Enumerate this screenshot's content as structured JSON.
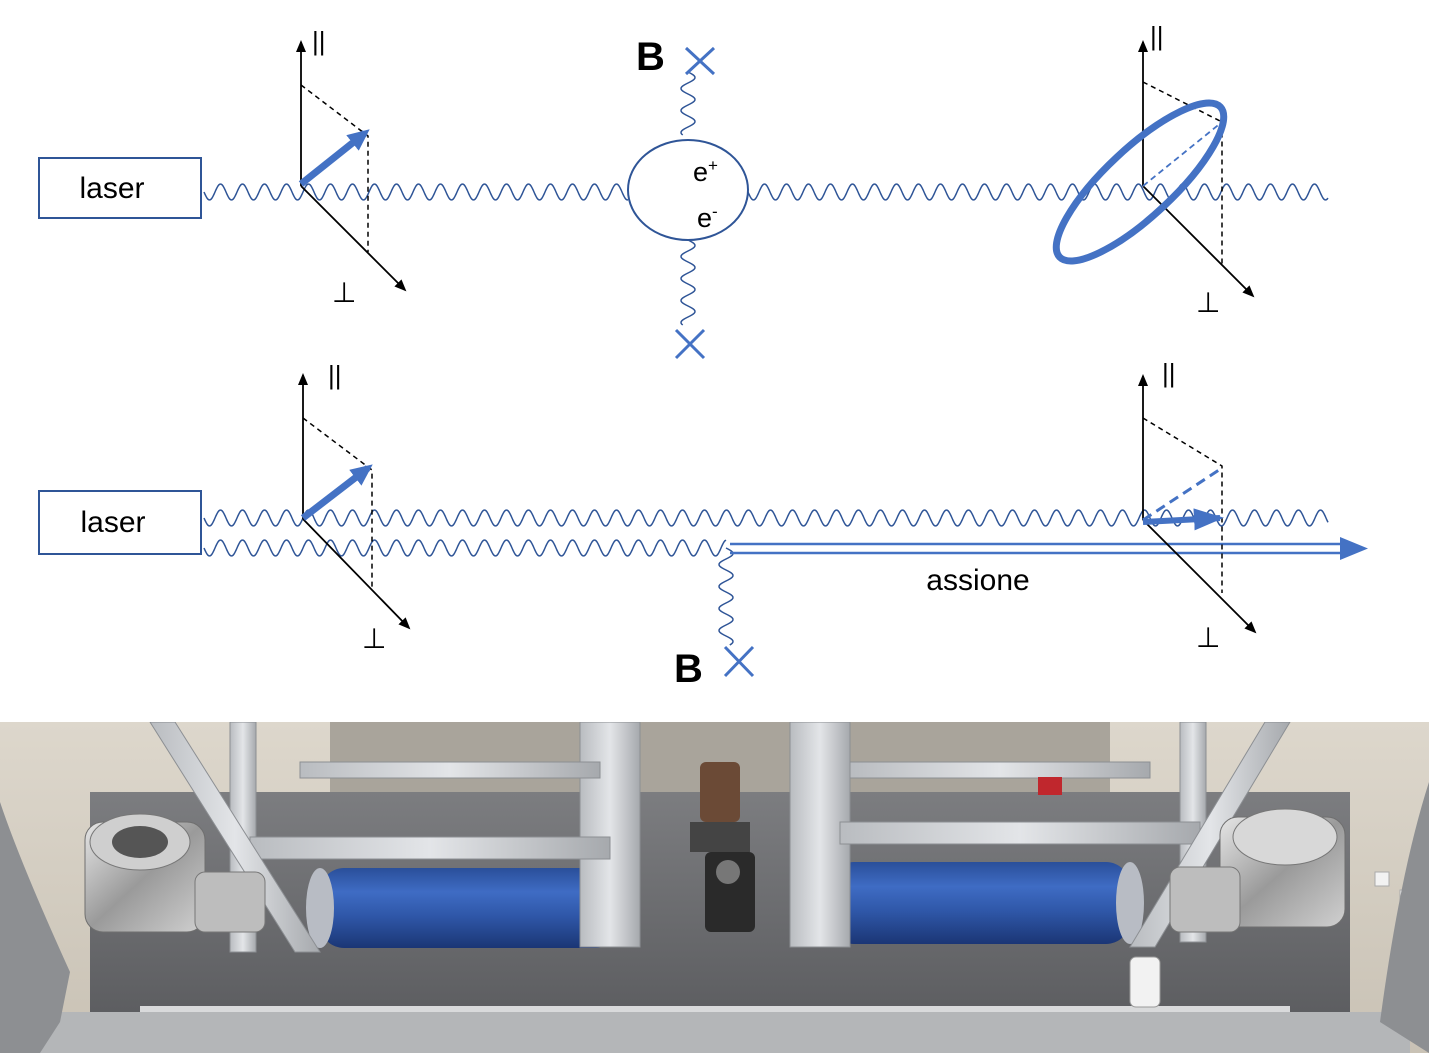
{
  "upper_panel": {
    "laser_label": "laser",
    "parallel_label_left": "||",
    "perp_label_left": "⊥",
    "field_label": "B",
    "pair_positron": "e",
    "pair_positron_sup": "+",
    "pair_electron": "e",
    "pair_electron_sup": "-",
    "parallel_label_right": "||",
    "perp_label_right": "⊥"
  },
  "lower_panel": {
    "laser_label": "laser",
    "parallel_label_left": "||",
    "perp_label_left": "⊥",
    "axion_label": "assione",
    "field_label": "B",
    "parallel_label_right": "||",
    "perp_label_right": "⊥"
  },
  "colors": {
    "accent_blue": "#4472C4",
    "wave_blue": "#2F5597",
    "ink": "#000000"
  }
}
